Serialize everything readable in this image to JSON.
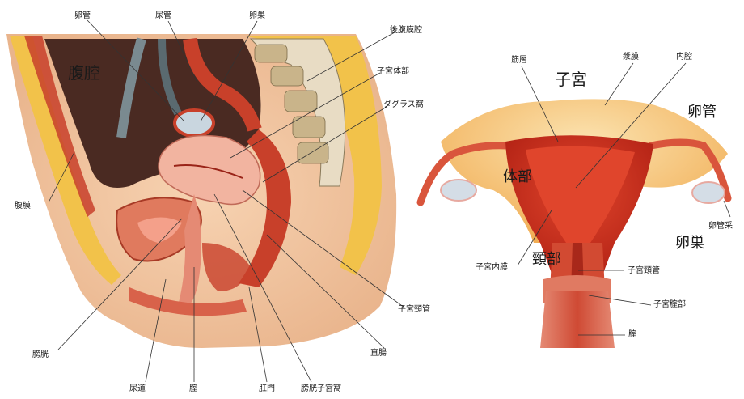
{
  "sagittal": {
    "region_peritoneal_cavity": "腹腔",
    "labels": {
      "oviduct": "卵管",
      "ureter": "尿管",
      "ovary": "卵巣",
      "retroperitoneum": "後腹膜腔",
      "uterine_body": "子宮体部",
      "douglas_pouch": "ダグラス窩",
      "peritoneum": "腹膜",
      "bladder": "膀胱",
      "urethra": "尿道",
      "vagina": "腟",
      "anus": "肛門",
      "vesicouterine_pouch": "膀胱子宮窩",
      "rectum": "直腸",
      "cervical_canal": "子宮頸管"
    }
  },
  "frontal": {
    "title": "子宮",
    "region_body": "体部",
    "region_cervix": "頸部",
    "big_labels": {
      "oviduct": "卵管",
      "ovary": "卵巣"
    },
    "labels": {
      "myometrium": "筋層",
      "serosa": "漿膜",
      "cavity": "内腔",
      "endometrium": "子宮内膜",
      "cervical_canal": "子宮頸管",
      "vaginal_part": "子宮腟部",
      "vagina": "腟",
      "fimbria_cut": "卵管采"
    }
  },
  "colors": {
    "skin": "#f0c4a0",
    "fat": "#f2c24a",
    "muscle": "#c8402a",
    "uterus_pink": "#f2b4a0",
    "dark_red": "#9a2418",
    "serosa_orange": "#f3b25a"
  }
}
